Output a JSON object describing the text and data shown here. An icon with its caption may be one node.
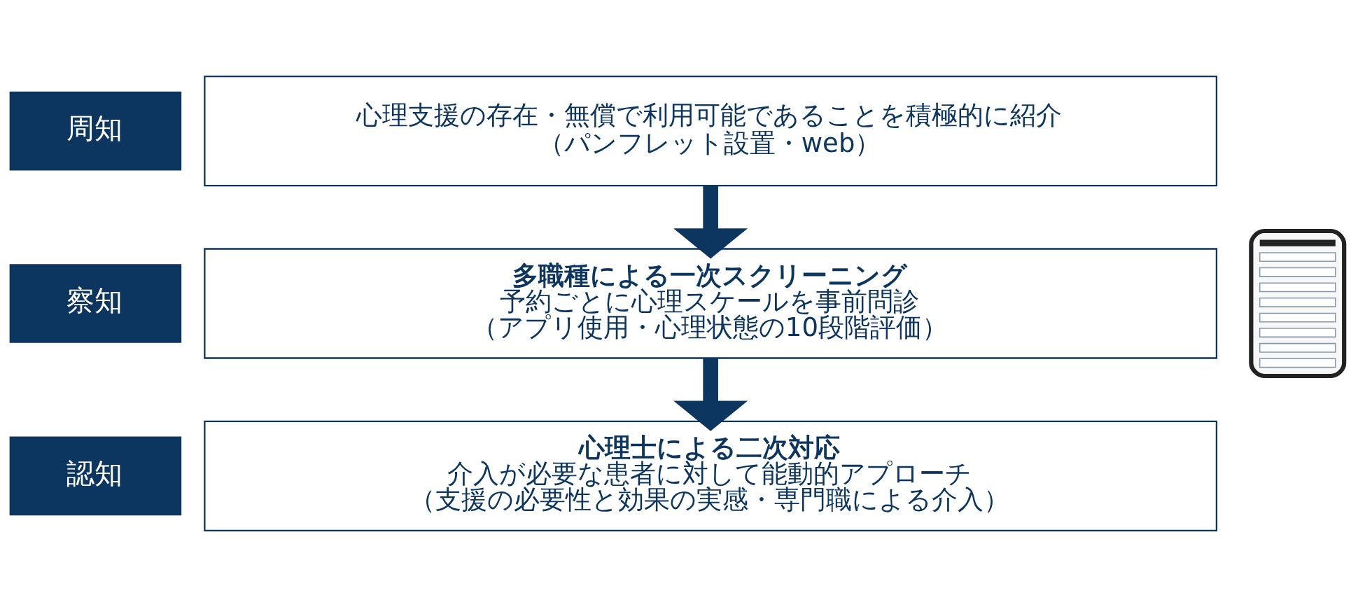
{
  "diagram": {
    "nodes": [
      {
        "text": [
          "周知"
        ]
      },
      {
        "text": [
          "心理支援の存在・無償で利用可能であることを積極的に紹介",
          "（パンフレット設置・web）"
        ]
      },
      {
        "text": [
          "察知"
        ]
      },
      {
        "text": [
          "多職種による一次スクリーニング",
          "予約ごとに心理スケールを事前問診",
          "（アプリ使用・心理状態の10段階評価）"
        ]
      },
      {
        "text": [],
        "shape": "picture"
      },
      {
        "text": [
          "認知"
        ]
      },
      {
        "text": [
          "心理士による二次対応",
          "介入が必要な患者に対して能動的アプローチ",
          "（支援の必要性と効果の実感・専門職による介入）"
        ]
      }
    ],
    "edges": [
      {
        "from": 1,
        "to": 3,
        "arrow": "to"
      },
      {
        "from": 3,
        "to": 6,
        "arrow": "to"
      }
    ]
  }
}
